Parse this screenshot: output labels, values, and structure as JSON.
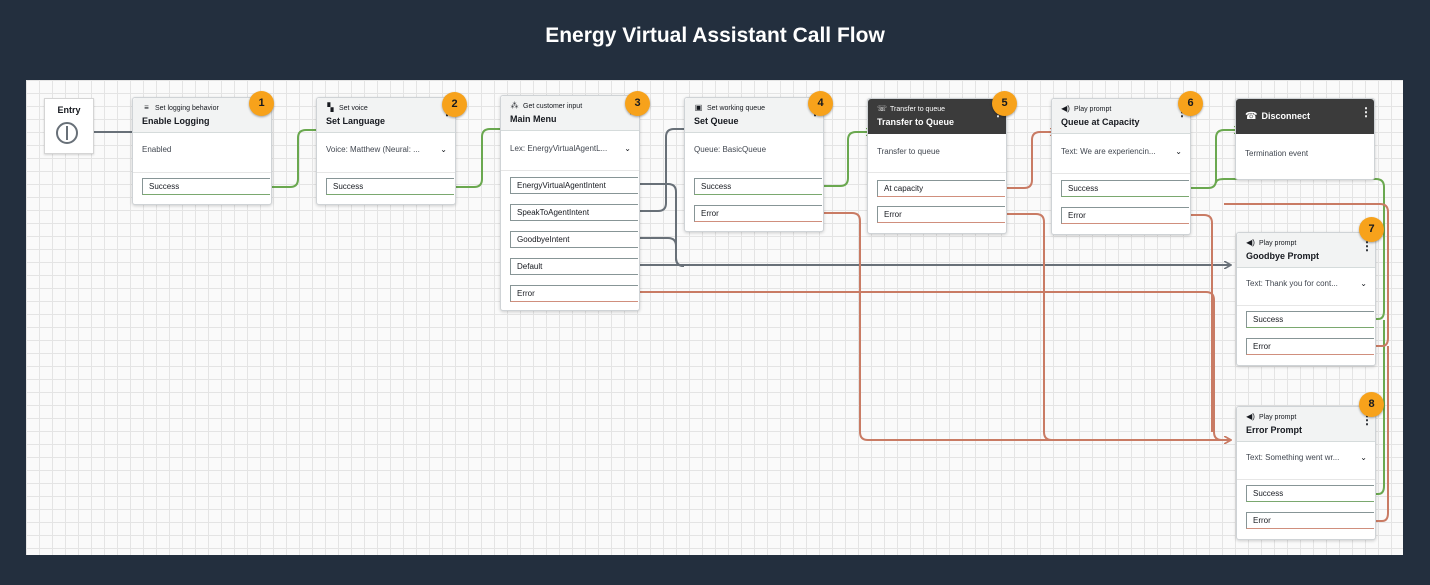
{
  "title": "Energy Virtual Assistant Call Flow",
  "colors": {
    "background": "#232f3e",
    "badge": "#f7a21b",
    "success_wire": "#6aa84f",
    "error_wire": "#c97b64",
    "neutral_wire": "#687078",
    "dark_header": "#3b3b3b"
  },
  "entry": {
    "label": "Entry"
  },
  "blocks": {
    "b1": {
      "badge": "1",
      "type": "Set logging behavior",
      "icon": "logging-icon",
      "name": "Enable Logging",
      "config": "Enabled",
      "branches": [
        "Success"
      ]
    },
    "b2": {
      "badge": "2",
      "type": "Set voice",
      "icon": "voice-icon",
      "name": "Set Language",
      "config": "Voice: Matthew (Neural: ...",
      "branches": [
        "Success"
      ]
    },
    "b3": {
      "badge": "3",
      "type": "Get customer input",
      "icon": "customer-input-icon",
      "name": "Main Menu",
      "config": "Lex: EnergyVirtualAgentL...",
      "branches": [
        "EnergyVirtualAgentIntent",
        "SpeakToAgentIntent",
        "GoodbyeIntent",
        "Default",
        "Error"
      ]
    },
    "b4": {
      "badge": "4",
      "type": "Set working queue",
      "icon": "queue-icon",
      "name": "Set Queue",
      "config": "Queue: BasicQueue",
      "branches": [
        "Success",
        "Error"
      ]
    },
    "b5": {
      "badge": "5",
      "type": "Transfer to queue",
      "icon": "transfer-icon",
      "name": "Transfer to Queue",
      "config": "Transfer to queue",
      "branches": [
        "At capacity",
        "Error"
      ]
    },
    "b6": {
      "badge": "6",
      "type": "Play prompt",
      "icon": "speaker-icon",
      "name": "Queue at Capacity",
      "config": "Text: We are experiencin...",
      "branches": [
        "Success",
        "Error"
      ]
    },
    "b_disc": {
      "name": "Disconnect",
      "icon": "disconnect-icon",
      "config": "Termination event"
    },
    "b7": {
      "badge": "7",
      "type": "Play prompt",
      "icon": "speaker-icon",
      "name": "Goodbye Prompt",
      "config": "Text: Thank you for cont...",
      "branches": [
        "Success",
        "Error"
      ]
    },
    "b8": {
      "badge": "8",
      "type": "Play prompt",
      "icon": "speaker-icon",
      "name": "Error Prompt",
      "config": "Text: Something went wr...",
      "branches": [
        "Success",
        "Error"
      ]
    }
  }
}
